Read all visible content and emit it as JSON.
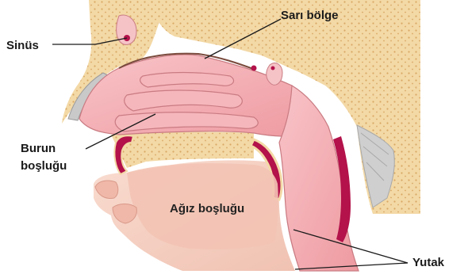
{
  "labels": {
    "sinus": "Sinüs",
    "sari_bolge": "Sarı bölge",
    "burun_line1": "Burun",
    "burun_line2": "boşluğu",
    "agiz": "Ağız boşluğu",
    "yutak": "Yutak"
  },
  "colors": {
    "bone": "#f3d9a6",
    "bone_dots": "#d9a866",
    "mucosa": "#f2a7ad",
    "mucosa_light": "#f8c8cb",
    "mucosa_dark": "#d9747c",
    "muscle": "#b3124a",
    "skin": "#f7d3c7",
    "cartilage": "#c8c8c8"
  }
}
